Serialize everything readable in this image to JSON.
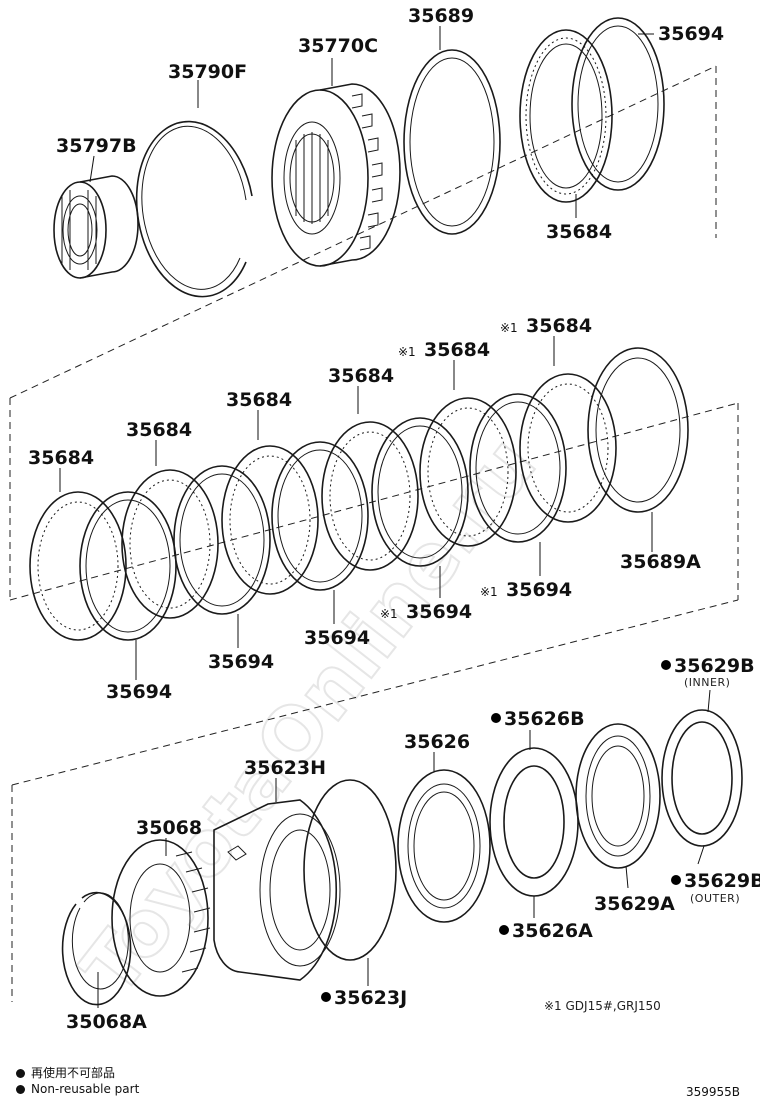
{
  "watermark": "ToyotaOnline.ru",
  "labels": {
    "p35797B": "35797B",
    "p35790F": "35790F",
    "p35770C": "35770C",
    "p35689": "35689",
    "p35694_top": "35694",
    "p35684_top": "35684",
    "p35684_m1": "35684",
    "p35684_m2": "35684",
    "p35684_m3": "35684",
    "p35684_m4": "35684",
    "p35684_m5": "35684",
    "p35684_m6": "35684",
    "p35689A": "35689A",
    "p35694_b1": "35694",
    "p35694_b2": "35694",
    "p35694_b3": "35694",
    "p35694_b4": "35694",
    "p35694_b5": "35694",
    "p35629B_in": "35629B",
    "inner": "(INNER)",
    "p35626B": "35626B",
    "p35626": "35626",
    "p35623H": "35623H",
    "p35068": "35068",
    "p35629A": "35629A",
    "p35629B_out": "35629B",
    "outer": "(OUTER)",
    "p35626A": "35626A",
    "p35623J": "35623J",
    "p35068A": "35068A"
  },
  "marks": {
    "note1": "※1"
  },
  "footnote": "※1 GDJ15#,GRJ150",
  "legend": {
    "jp": "再使用不可部品",
    "en": "Non-reusable part"
  },
  "diagram_code": "359955B"
}
